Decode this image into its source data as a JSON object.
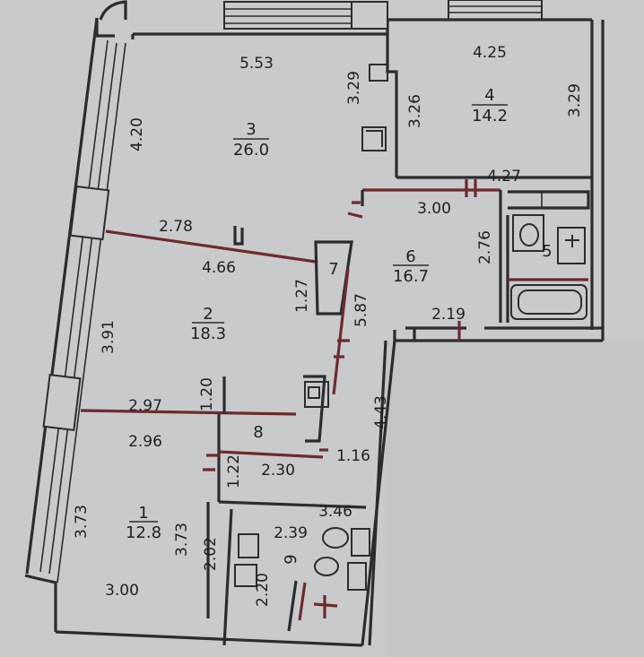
{
  "rooms": [
    {
      "number": "1",
      "area": "12.8"
    },
    {
      "number": "2",
      "area": "18.3"
    },
    {
      "number": "3",
      "area": "26.0"
    },
    {
      "number": "4",
      "area": "14.2"
    },
    {
      "number": "5"
    },
    {
      "number": "6",
      "area": "16.7"
    },
    {
      "number": "7"
    },
    {
      "number": "8"
    },
    {
      "number": "9"
    }
  ],
  "dimensions": {
    "r3_top": "5.53",
    "r3_left": "4.20",
    "r3_closet": "3.29",
    "r4_left": "3.26",
    "r4_top": "4.25",
    "r4_right": "3.29",
    "corridor_top": "4.27",
    "r6_top": "3.00",
    "r5_left": "2.76",
    "r6_bottom": "2.19",
    "wall_2_3": "2.78",
    "r2_top": "4.66",
    "r7_side": "1.27",
    "corridor_long": "5.87",
    "r2_left": "3.91",
    "r8_side": "1.20",
    "wall_1_2_top": "2.97",
    "wall_1_2_bottom": "2.96",
    "hall_right": "4.43",
    "r8_bottom": "2.30",
    "hall_small": "1.16",
    "r8_left": "1.22",
    "r1_left": "3.73",
    "r1_right": "3.73",
    "r9_top": "3.46",
    "r9_mid": "2.39",
    "closet_side": "2.02",
    "r9_left": "2.20",
    "r1_bottom": "3.00"
  }
}
